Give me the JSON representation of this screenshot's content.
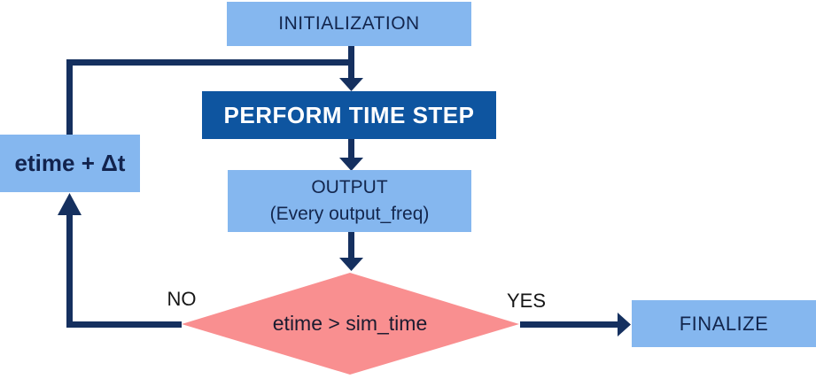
{
  "diagram": {
    "type": "flowchart",
    "title": "simulation time loop flowchart",
    "nodes": {
      "initialization": {
        "label": "INITIALIZATION",
        "shape": "rect",
        "fill": "#85b7ef"
      },
      "perform_time_step": {
        "label": "PERFORM TIME STEP",
        "shape": "rect",
        "fill": "#0e55a0"
      },
      "output": {
        "label": "OUTPUT",
        "sublabel": "(Every output_freq)",
        "shape": "rect",
        "fill": "#85b7ef"
      },
      "decision": {
        "label": "etime > sim_time",
        "shape": "diamond",
        "fill": "#f98f90"
      },
      "increment": {
        "label": "etime + Δt",
        "shape": "rect",
        "fill": "#85b7ef"
      },
      "finalize": {
        "label": "FINALIZE",
        "shape": "rect",
        "fill": "#85b7ef"
      }
    },
    "branch_labels": {
      "no": "NO",
      "yes": "YES"
    },
    "edges": [
      {
        "from": "initialization",
        "to": "perform_time_step"
      },
      {
        "from": "perform_time_step",
        "to": "output"
      },
      {
        "from": "output",
        "to": "decision"
      },
      {
        "from": "decision",
        "to": "finalize",
        "label": "YES"
      },
      {
        "from": "decision",
        "to": "increment",
        "label": "NO"
      },
      {
        "from": "increment",
        "to": "perform_time_step"
      }
    ],
    "colors": {
      "light_box": "#85b7ef",
      "dark_box": "#0e55a0",
      "diamond": "#f98f90",
      "connector": "#15305f",
      "light_box_text": "#13264d",
      "dark_box_text": "#ffffff",
      "label_text": "#161616",
      "background": "#ffffff"
    }
  }
}
